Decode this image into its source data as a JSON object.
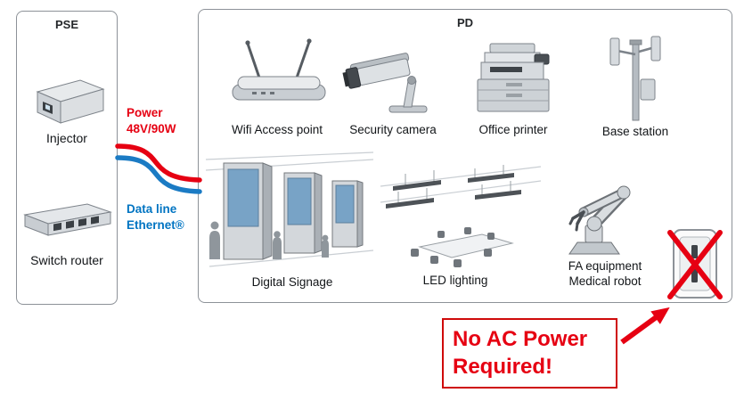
{
  "diagram": {
    "pse": {
      "title": "PSE",
      "injector_label": "Injector",
      "switch_label": "Switch router"
    },
    "connection": {
      "power_line1": "Power",
      "power_line2": "48V/90W",
      "data_line1": "Data line",
      "data_line2": "Ethernet®"
    },
    "pd": {
      "title": "PD",
      "devices_row1": [
        {
          "label": "Wifi Access point"
        },
        {
          "label": "Security camera"
        },
        {
          "label": "Office printer"
        },
        {
          "label": "Base station"
        }
      ],
      "devices_row2": [
        {
          "label": "Digital Signage"
        },
        {
          "label": "LED lighting"
        },
        {
          "label_line1": "FA equipment",
          "label_line2": "Medical robot"
        }
      ]
    },
    "callout": {
      "line1": "No AC Power",
      "line2": "Required!"
    },
    "colors": {
      "power_red": "#e60012",
      "ethernet_blue": "#0074c2",
      "callout_red": "#e60012",
      "box_border": "#8d9298"
    },
    "icons": [
      "injector-icon",
      "switch-router-icon",
      "wifi-access-point-icon",
      "security-camera-icon",
      "office-printer-icon",
      "base-station-icon",
      "digital-signage-icon",
      "led-lighting-icon",
      "medical-robot-icon",
      "crossed-outlet-icon",
      "power-data-cables",
      "red-arrow-icon"
    ]
  }
}
